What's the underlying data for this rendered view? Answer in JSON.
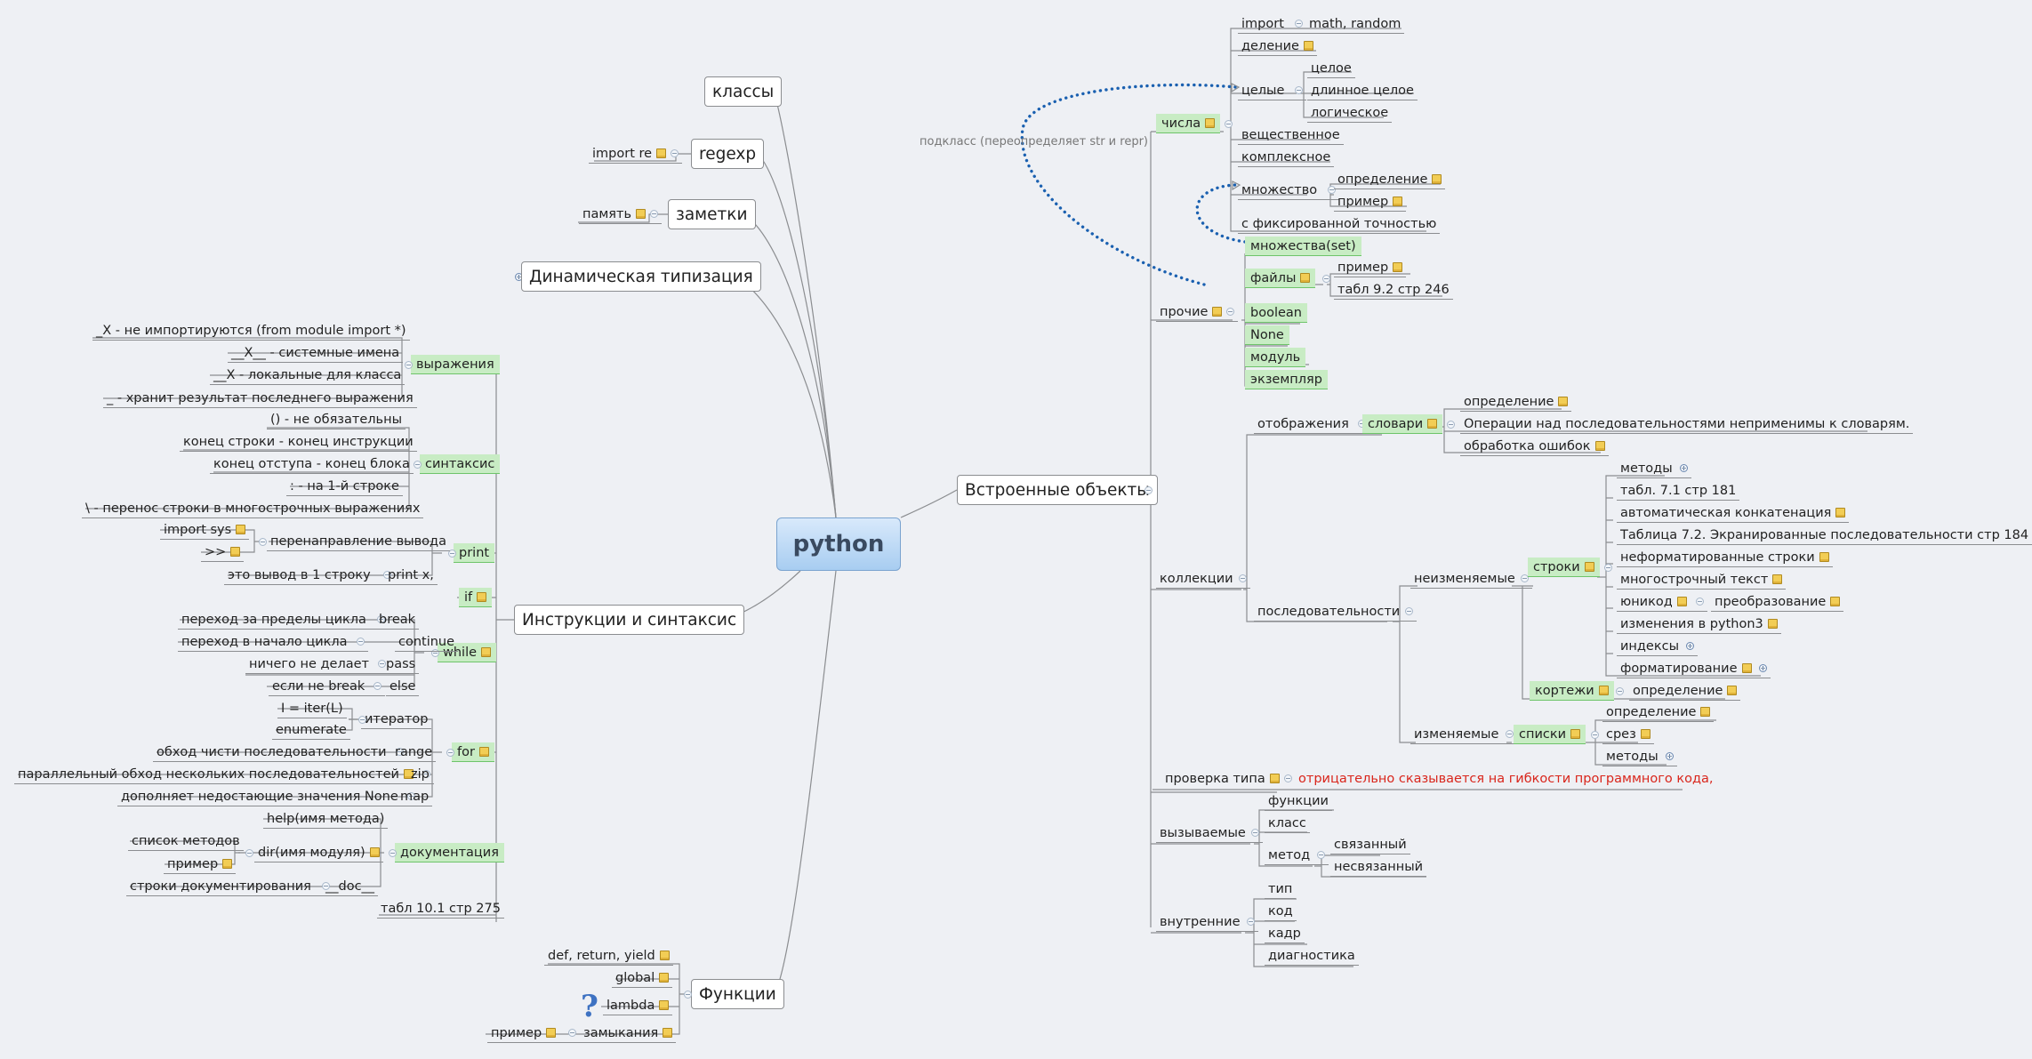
{
  "root": "python",
  "left": {
    "klassy": "классы",
    "regexp": "regexp",
    "import_re": "import re",
    "zametki": "заметки",
    "pamyat": "память",
    "dinamicheskaya": "Динамическая типизация",
    "instrukcii": "Инструкции и синтаксис",
    "vyrazheniya": {
      "label": "выражения",
      "items": [
        "_X - не импортируются (from module import *)",
        "__X__ - системные имена",
        "__X - локальные для класса",
        "_ - хранит результат последнего выражения"
      ]
    },
    "sintaksis": {
      "label": "синтаксис",
      "items": [
        "() - не обязательны",
        "конец строки - конец инструкции",
        "конец отступа - конец блока",
        ": - на 1-й строке",
        "\\ - перенос строки в многострочных выражениях"
      ]
    },
    "print": {
      "label": "print",
      "perenapravlenie": "перенаправление вывода",
      "import_sys": "import sys",
      "gtgt": ">>",
      "vyvod_1": "это вывод в 1 строку",
      "print_x": "print x,"
    },
    "if_label": "if",
    "while": {
      "label": "while",
      "rows": [
        {
          "desc": "переход за пределы цикла",
          "kw": "break"
        },
        {
          "desc": "переход в начало цикла",
          "kw": "continue"
        },
        {
          "desc": "ничего не делает",
          "kw": "pass"
        },
        {
          "desc": "если не break",
          "kw": "else"
        }
      ]
    },
    "for": {
      "label": "for",
      "iterator": "итератор",
      "iter": "I = iter(L)",
      "enumerate": "enumerate",
      "range_desc": "обход чисти последовательности",
      "range": "range",
      "zip_desc": "параллельный обход нескольких последовательностей",
      "zip": "zip",
      "map_desc": "дополняет недостающие значения None",
      "map": "map"
    },
    "dokumentaciya": {
      "label": "документация",
      "help": "help(имя метода)",
      "dir": "dir(имя модуля)",
      "spisok": "список методов",
      "primer": "пример",
      "doc_desc": "строки документирования",
      "doc": "__doc__"
    },
    "tabl_275": "табл 10.1 стр 275",
    "funkcii": {
      "label": "Функции",
      "items": [
        "def, return, yield",
        "global",
        "lambda",
        "замыкания"
      ],
      "primer": "пример"
    }
  },
  "right": {
    "vstroennye": "Встроенные объекты",
    "relationship_label": "подкласс (переопределяет str и repr)",
    "chisla": {
      "label": "числа",
      "import": "import",
      "math_random": "math, random",
      "delenie": "деление",
      "celye": "целые",
      "celoe": "целое",
      "dlinnoe": "длинное целое",
      "logicheskoe": "логическое",
      "veshchestvennoe": "вещественное",
      "kompleksnoe": "комплексное",
      "mnozhestvo": "множество",
      "opredelenie": "определение",
      "primer": "пример",
      "fiks": "с фиксированной точностью"
    },
    "prochie": {
      "label": "прочие",
      "mnozhestva_set": "множества(set)",
      "fayly": "файлы",
      "primer": "пример",
      "tabl_246": "табл 9.2 стр 246",
      "items": [
        "boolean",
        "None",
        "модуль",
        "экземпляр"
      ]
    },
    "kollekcii": {
      "label": "коллекции",
      "otobrazheniya": "отображения",
      "slovari": "словари",
      "slovari_items": [
        "определение",
        "Операции над последовательностями неприменимы к словарям.",
        "обработка ошибок"
      ],
      "posledovatelnosti": "последовательности",
      "neizmenyaemye": "неизменяемые",
      "stroki": "строки",
      "stroki_items": {
        "metody": "методы",
        "tabl_181": "табл. 7.1 стр 181",
        "avto": "автоматическая конкатенация",
        "tabl_184": "Таблица 7.2. Экранированные последовательности стр 184",
        "neform": "неформатированные строки",
        "mnogostr": "многострочный текст",
        "yunikod": "юникод",
        "preobr": "преобразование",
        "izmeneniya": "изменения в python3",
        "indeksy": "индексы",
        "format": "форматирование"
      },
      "kortezhi": "кортежи",
      "kortezhi_opr": "определение",
      "izmenyaemye": "изменяемые",
      "spiski": "списки",
      "spiski_items": [
        "определение",
        "срез",
        "методы"
      ]
    },
    "proverka": {
      "label": "проверка типа",
      "note": "отрицательно сказывается на гибкости программного кода,"
    },
    "vyzyvaemye": {
      "label": "вызываемые",
      "funkcii": "функции",
      "klass": "класс",
      "metod": "метод",
      "svyazannyy": "связанный",
      "nesvyazannyy": "несвязанный"
    },
    "vnutrennie": {
      "label": "внутренние",
      "items": [
        "тип",
        "код",
        "кадр",
        "диагностика"
      ]
    }
  },
  "colors": {
    "background": "#eef0f4",
    "line": "#8b8d90",
    "highlight": "#c8ecc4",
    "relationship": "#1a60b0",
    "warning": "#d9261c",
    "root_fill": "#a8cdf1"
  }
}
